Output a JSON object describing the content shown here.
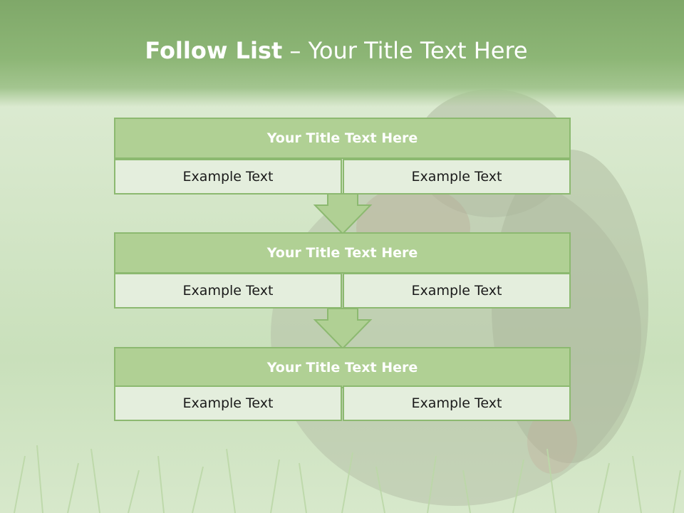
{
  "slide": {
    "title_bold": "Follow List",
    "title_rest": " – Your Title Text Here"
  },
  "blocks": [
    {
      "title": "Your Title Text Here",
      "left_text": "Example Text",
      "right_text": "Example Text"
    },
    {
      "title": "Your Title Text Here",
      "left_text": "Example Text",
      "right_text": "Example Text"
    },
    {
      "title": "Your Title Text Here",
      "left_text": "Example Text",
      "right_text": "Example Text"
    }
  ],
  "colors": {
    "header_green": "#8db676",
    "title_fill": "#b0d094",
    "border_green": "#8cb970",
    "cell_fill": "#e4eedd"
  }
}
